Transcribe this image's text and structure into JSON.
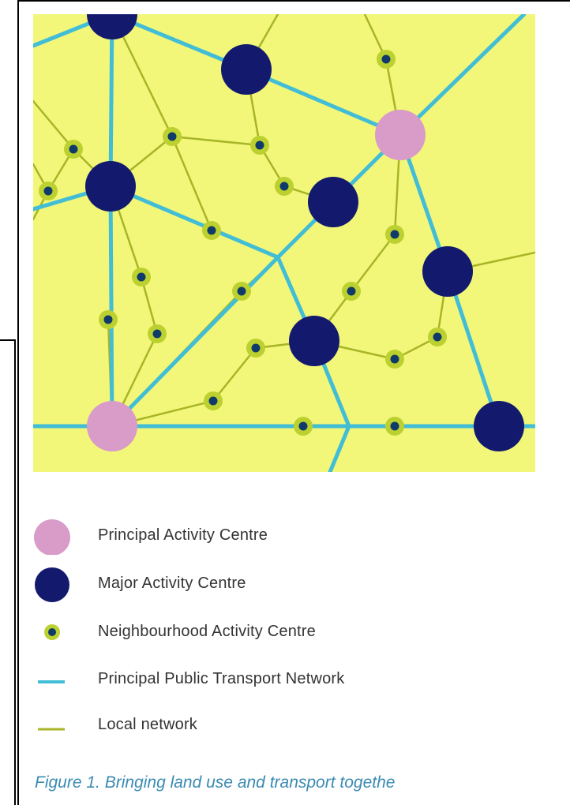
{
  "colors": {
    "background": "#f2f77a",
    "principal_centre": "#d99bc8",
    "major_centre": "#131a6e",
    "neighbourhood_outer": "#bcd12f",
    "neighbourhood_inner": "#0f3a6a",
    "principal_network": "#42bdd6",
    "local_network": "#a8b526"
  },
  "legend": [
    {
      "key": "principal",
      "label": "Principal Activity Centre",
      "icon": "pink-circle-icon"
    },
    {
      "key": "major",
      "label": "Major Activity Centre",
      "icon": "navy-circle-icon"
    },
    {
      "key": "neighbourhood",
      "label": "Neighbourhood Activity Centre",
      "icon": "green-dot-icon"
    },
    {
      "key": "principal_network",
      "label": "Principal Public Transport Network",
      "icon": "cyan-line-icon"
    },
    {
      "key": "local_network",
      "label": "Local network",
      "icon": "olive-line-icon"
    }
  ],
  "caption": "Figure 1. Bringing land use and transport togethe"
}
